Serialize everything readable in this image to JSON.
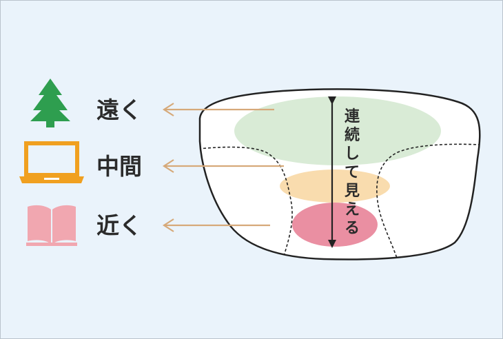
{
  "rows": [
    {
      "label": "遠く",
      "icon": "tree-icon"
    },
    {
      "label": "中間",
      "icon": "laptop-icon"
    },
    {
      "label": "近く",
      "icon": "book-icon"
    }
  ],
  "vertical_text": [
    "連",
    "続",
    "し",
    "て",
    "見",
    "え",
    "る"
  ],
  "colors": {
    "background": "#eaf3fb",
    "tree": "#2e9e4f",
    "laptop": "#f0a020",
    "book": "#f1a7b0",
    "arrow": "#d6a979",
    "far_zone": "#d9ebd6",
    "mid_zone": "#f9dcae",
    "near_zone": "#ea8fa2",
    "lens_outline": "#222222"
  }
}
